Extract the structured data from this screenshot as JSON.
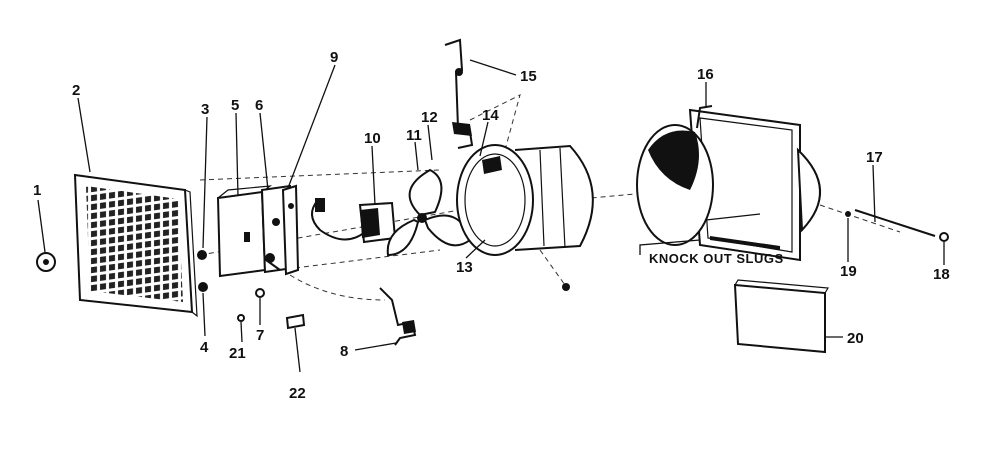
{
  "diagram": {
    "colors": {
      "ink": "#111111",
      "paper": "#ffffff"
    },
    "parts": [
      {
        "id": "p1",
        "label": "1"
      },
      {
        "id": "p2",
        "label": "2"
      },
      {
        "id": "p3",
        "label": "3"
      },
      {
        "id": "p4",
        "label": "4"
      },
      {
        "id": "p5",
        "label": "5"
      },
      {
        "id": "p6",
        "label": "6"
      },
      {
        "id": "p7",
        "label": "7"
      },
      {
        "id": "p8",
        "label": "8"
      },
      {
        "id": "p9",
        "label": "9"
      },
      {
        "id": "p10",
        "label": "10"
      },
      {
        "id": "p11",
        "label": "11"
      },
      {
        "id": "p12",
        "label": "12"
      },
      {
        "id": "p13",
        "label": "13"
      },
      {
        "id": "p14",
        "label": "14"
      },
      {
        "id": "p15",
        "label": "15"
      },
      {
        "id": "p16",
        "label": "16"
      },
      {
        "id": "p17",
        "label": "17"
      },
      {
        "id": "p18",
        "label": "18"
      },
      {
        "id": "p19",
        "label": "19"
      },
      {
        "id": "p20",
        "label": "20"
      },
      {
        "id": "p21",
        "label": "21"
      },
      {
        "id": "p22",
        "label": "22"
      }
    ],
    "annotation": "KNOCK OUT SLUGS"
  }
}
